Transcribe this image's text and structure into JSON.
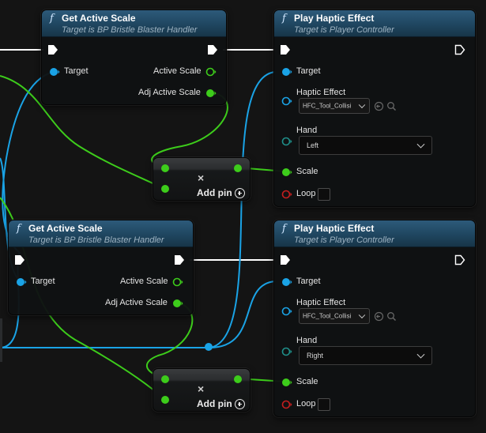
{
  "colors": {
    "canvas": "#141414",
    "exec_wire": "#ffffff",
    "object_wire": "#1aa3e6",
    "float_wire": "#3dcc1b",
    "struct_wire": "#1f8f8a",
    "bool_wire": "#c41e1e",
    "header": "#24506e"
  },
  "function_icon": "f",
  "get_active_scale_nodes": [
    {
      "title": "Get Active Scale",
      "subtitle": "Target is BP Bristle Blaster Handler",
      "target_label": "Target",
      "active_scale_label": "Active Scale",
      "adj_active_scale_label": "Adj Active Scale"
    },
    {
      "title": "Get Active Scale",
      "subtitle": "Target is BP Bristle Blaster Handler",
      "target_label": "Target",
      "active_scale_label": "Active Scale",
      "adj_active_scale_label": "Adj Active Scale"
    }
  ],
  "play_haptic_nodes": [
    {
      "title": "Play Haptic Effect",
      "subtitle": "Target is Player Controller",
      "target_label": "Target",
      "haptic_effect_label": "Haptic Effect",
      "haptic_effect_value": "HFC_Tool_Collisi",
      "hand_label": "Hand",
      "hand_value": "Left",
      "scale_label": "Scale",
      "loop_label": "Loop"
    },
    {
      "title": "Play Haptic Effect",
      "subtitle": "Target is Player Controller",
      "target_label": "Target",
      "haptic_effect_label": "Haptic Effect",
      "haptic_effect_value": "HFC_Tool_Collisi",
      "hand_label": "Hand",
      "hand_value": "Right",
      "scale_label": "Scale",
      "loop_label": "Loop"
    }
  ],
  "add_pin_nodes": [
    {
      "close_glyph": "×",
      "label": "Add pin",
      "icon": "add-circle-icon"
    },
    {
      "close_glyph": "×",
      "label": "Add pin",
      "icon": "add-circle-icon"
    }
  ]
}
